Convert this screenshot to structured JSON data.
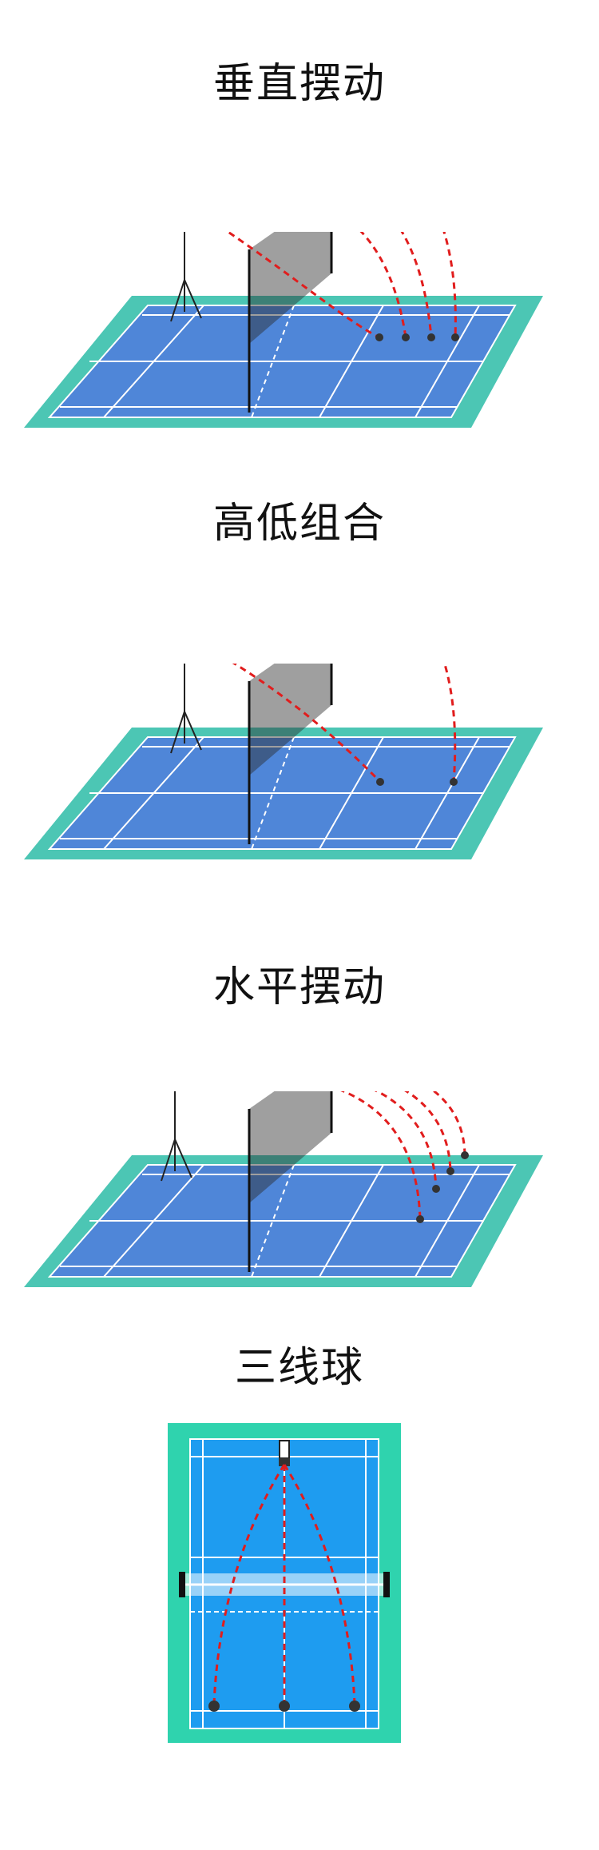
{
  "sections": [
    {
      "title": "垂直摆动"
    },
    {
      "title": "高低组合"
    },
    {
      "title": "水平摆动"
    },
    {
      "title": "三线球"
    }
  ],
  "colors": {
    "border": "#4cc6b4",
    "court": "#4f86d8",
    "court_top": "#1e9cf0",
    "border_top": "#2fd3ae",
    "lines": "#ffffff",
    "trajectory": "#e11d1d",
    "machine": "#222222"
  }
}
